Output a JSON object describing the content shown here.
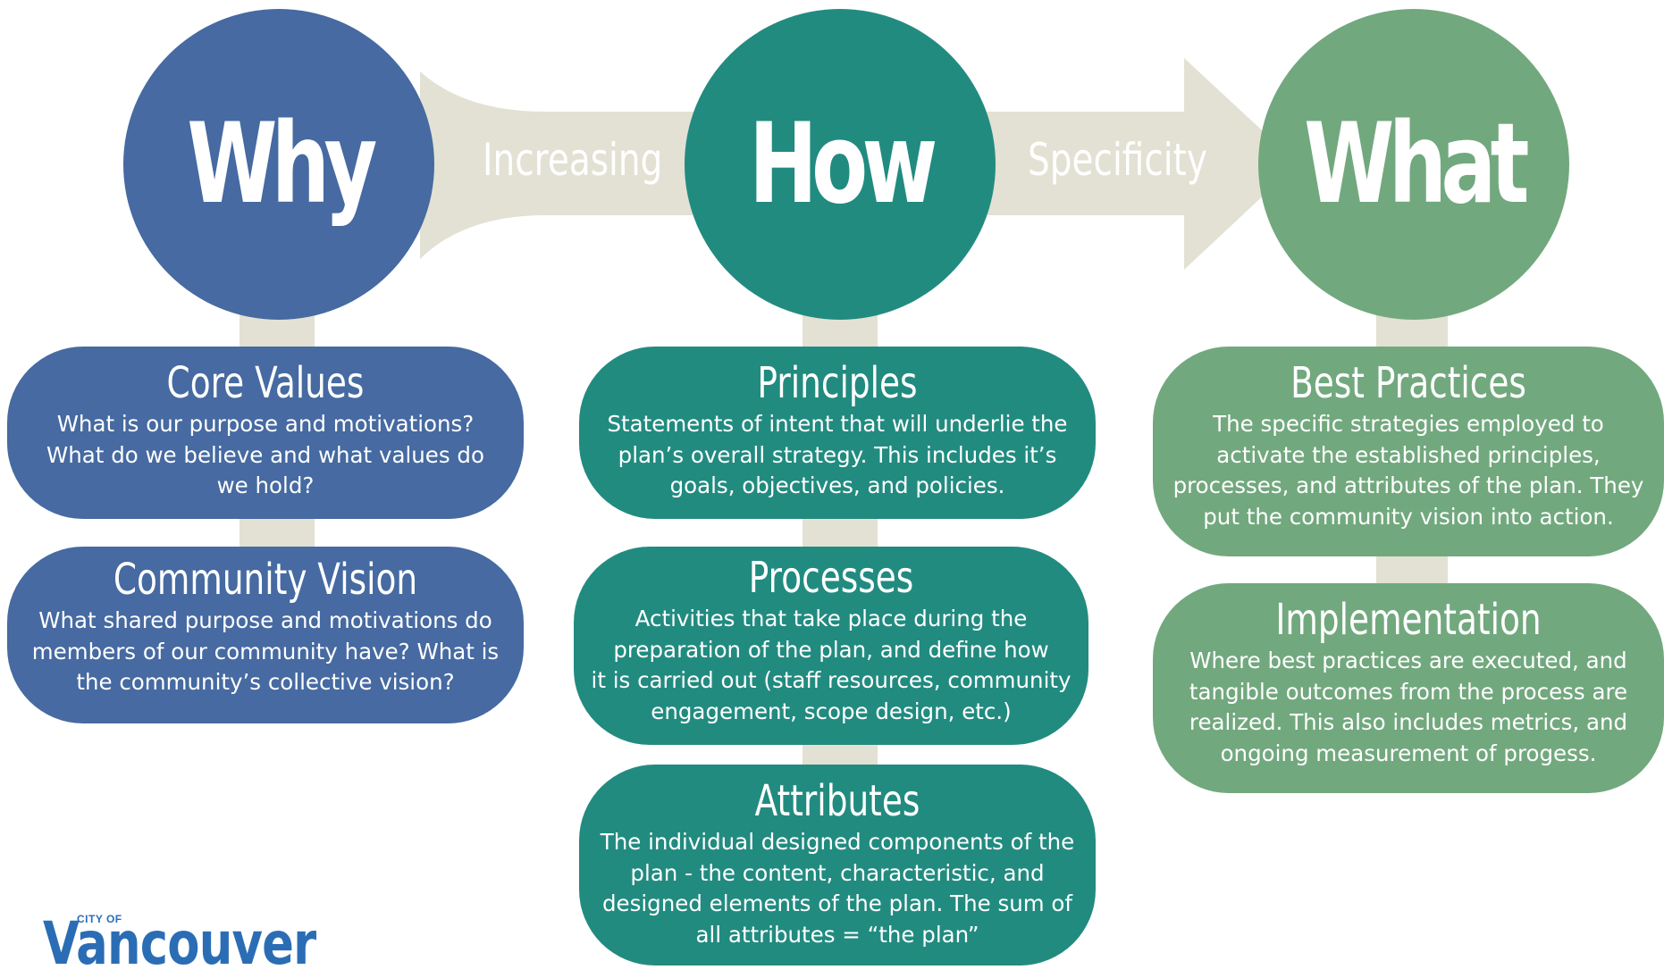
{
  "header": {
    "why_label": "Why",
    "how_label": "How",
    "what_label": "What",
    "arrow_word_1": "Increasing",
    "arrow_word_2": "Specificity"
  },
  "why_column": [
    {
      "title": "Core Values",
      "lines": [
        "What is our purpose and motivations?",
        "What do we believe and what values do",
        "we hold?"
      ]
    },
    {
      "title": "Community Vision",
      "lines": [
        "What shared purpose and motivations do",
        "members of our community have? What is",
        "the community’s collective vision?"
      ]
    }
  ],
  "how_column": [
    {
      "title": "Principles",
      "lines": [
        "Statements of intent that will underlie the",
        "plan’s overall strategy. This includes it’s",
        "goals, objectives, and policies."
      ]
    },
    {
      "title": "Processes",
      "lines": [
        "Activities that take place during the",
        "preparation of the plan, and define how",
        "it is carried out (staff resources, community",
        "engagement, scope design, etc.)"
      ]
    },
    {
      "title": "Attributes",
      "lines": [
        "The individual designed components of the",
        "plan - the content, characteristic, and",
        "designed elements of the plan. The sum of",
        "all attributes = “the plan”"
      ]
    }
  ],
  "what_column": [
    {
      "title": "Best Practices",
      "lines": [
        "The specific strategies employed to",
        "activate the established principles,",
        "processes, and attributes of the plan. They",
        "put the community vision into action."
      ]
    },
    {
      "title": "Implementation",
      "lines": [
        "Where best practices are executed, and",
        "tangible outcomes from the process are",
        "realized. This also includes metrics, and",
        "ongoing measurement of progess."
      ]
    }
  ],
  "logo": {
    "small_text": "CITY OF",
    "big_text": "Vancouver"
  },
  "colors": {
    "why_blue": "#466aa1",
    "how_teal": "#228b80",
    "what_green": "#72a87e",
    "arrow_beige": "#e2e1d3",
    "logo_blue": "#2b6db5"
  }
}
